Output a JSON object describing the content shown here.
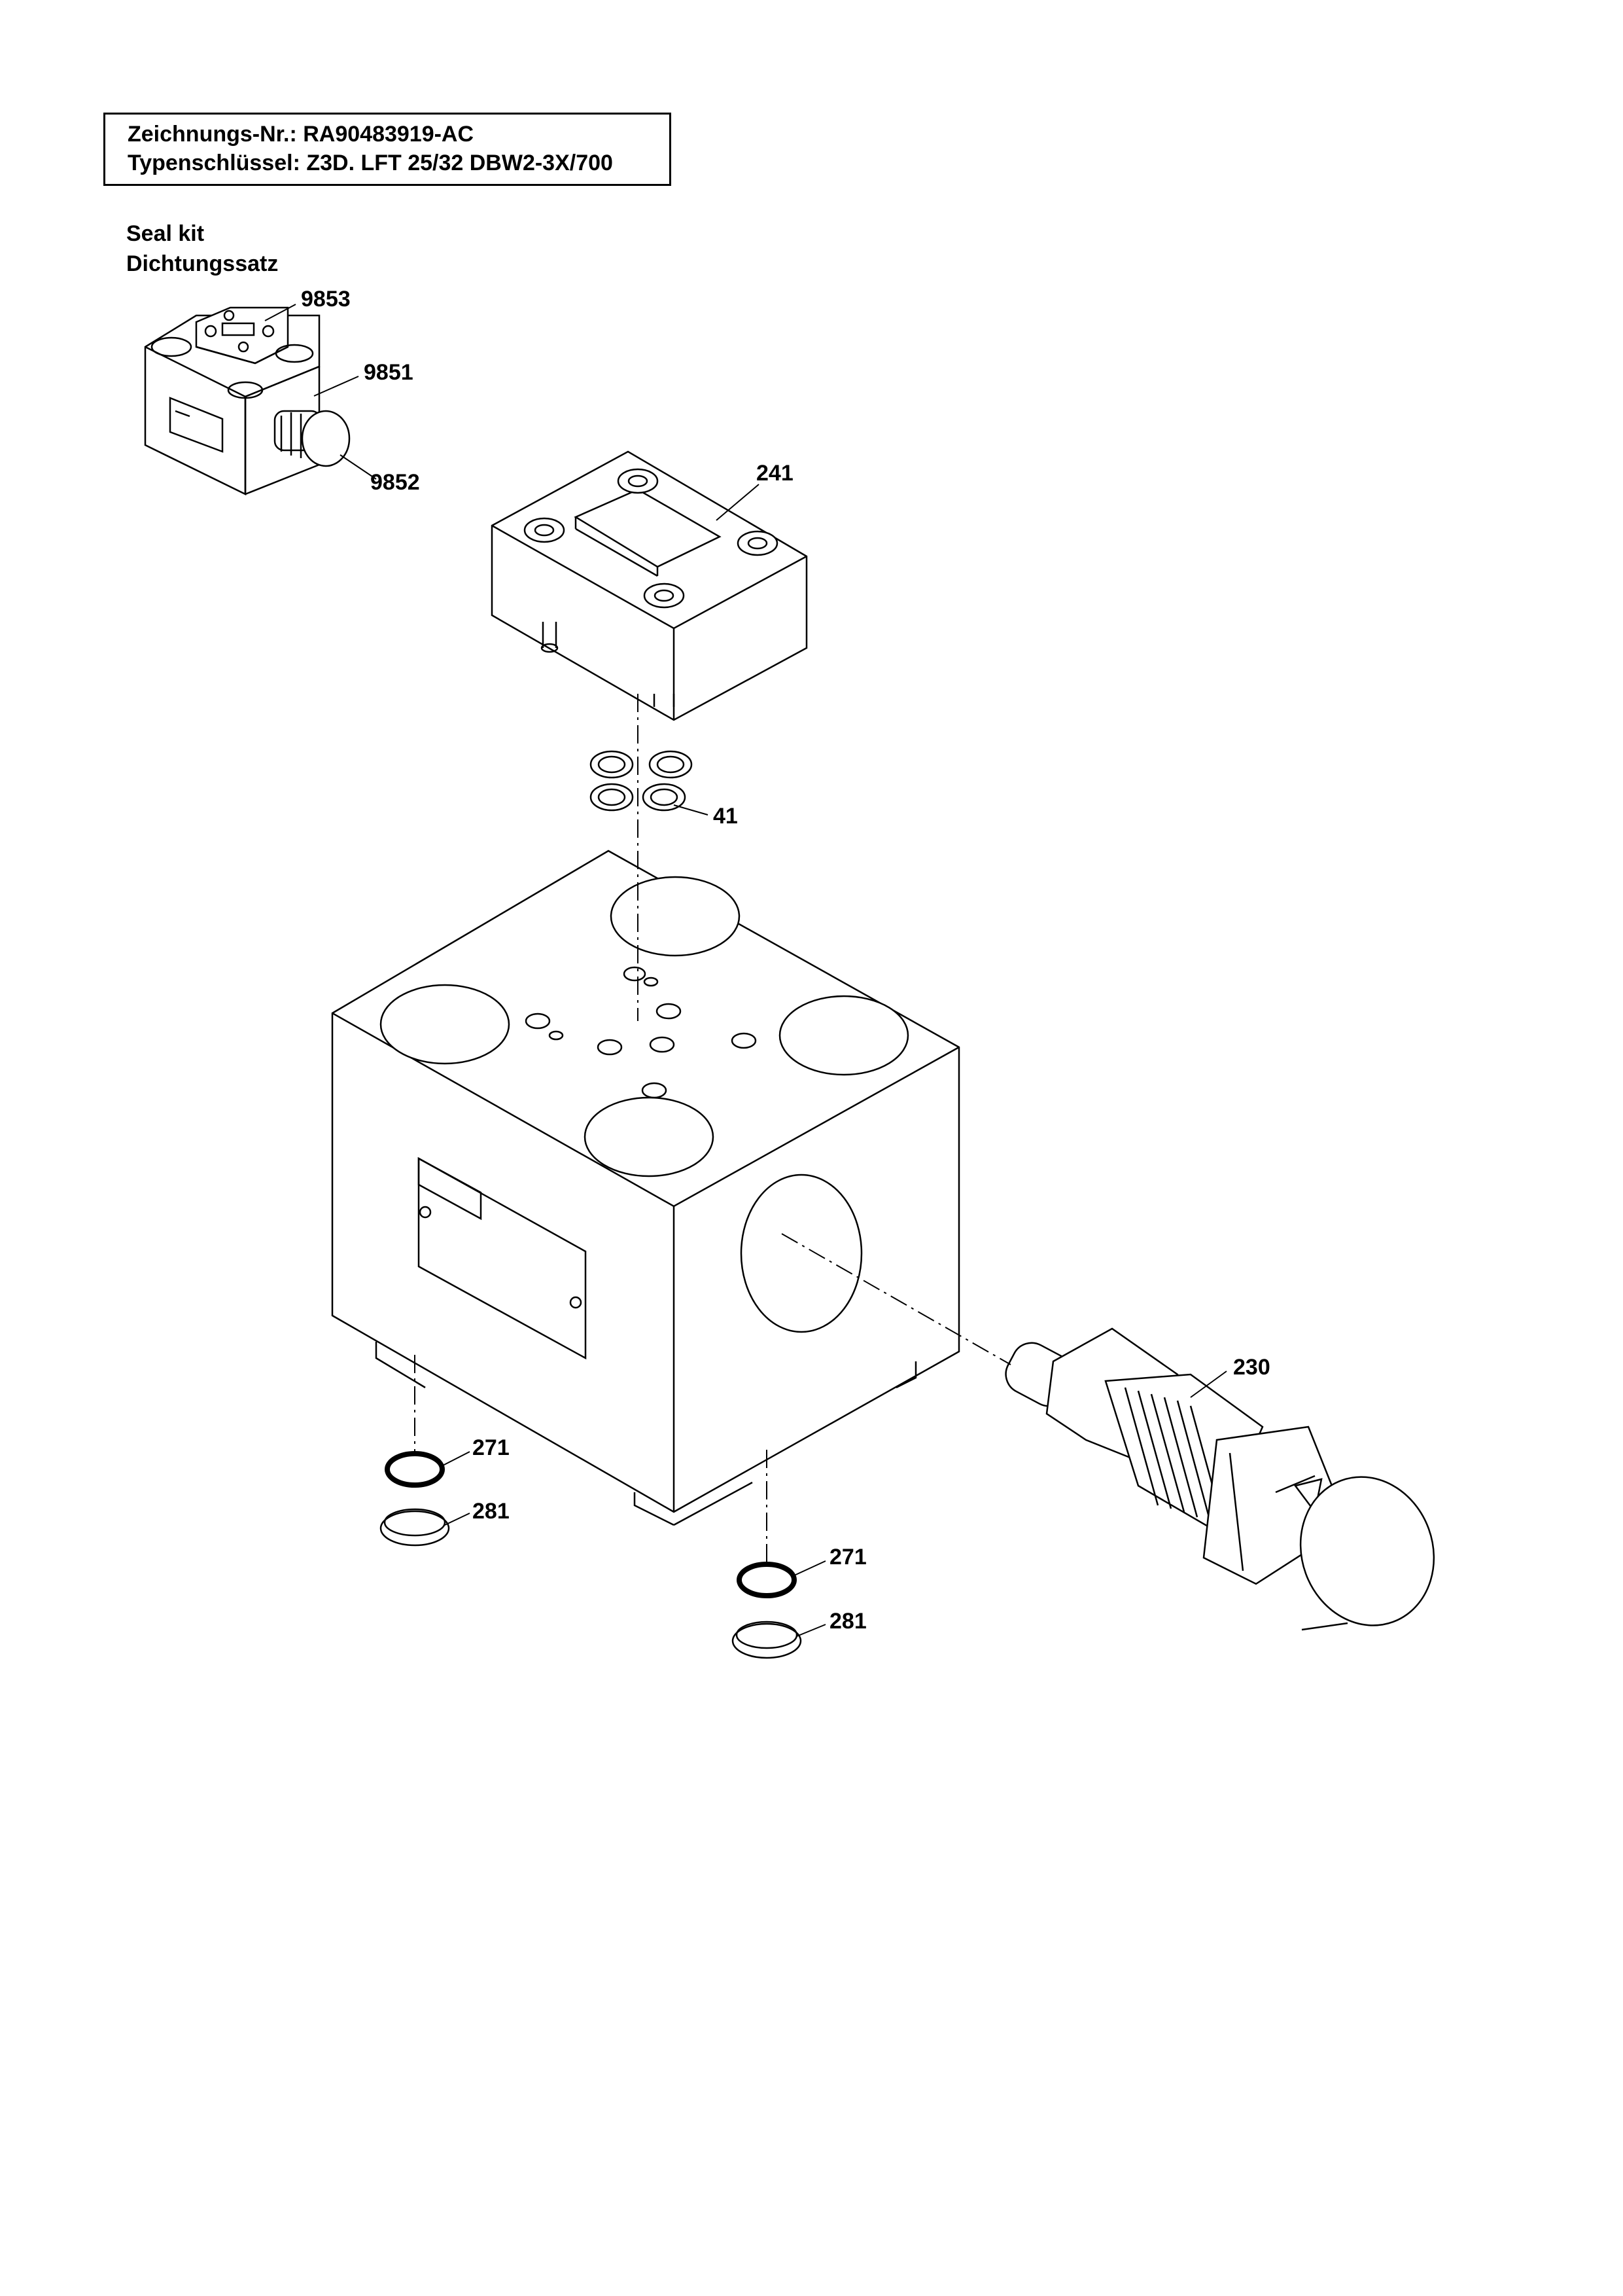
{
  "header": {
    "drawing_no": "Zeichnungs-Nr.: RA90483919-AC",
    "type_key": "Typenschlüssel: Z3D. LFT 25/32 DBW2-3X/700"
  },
  "seal_kit": {
    "title_en": "Seal kit",
    "title_de": "Dichtungssatz"
  },
  "part_labels": {
    "p9853": "9853",
    "p9851": "9851",
    "p9852": "9852",
    "p241": "241",
    "p41": "41",
    "p230": "230",
    "p271_left": "271",
    "p281_left": "281",
    "p271_right": "271",
    "p281_right": "281"
  }
}
